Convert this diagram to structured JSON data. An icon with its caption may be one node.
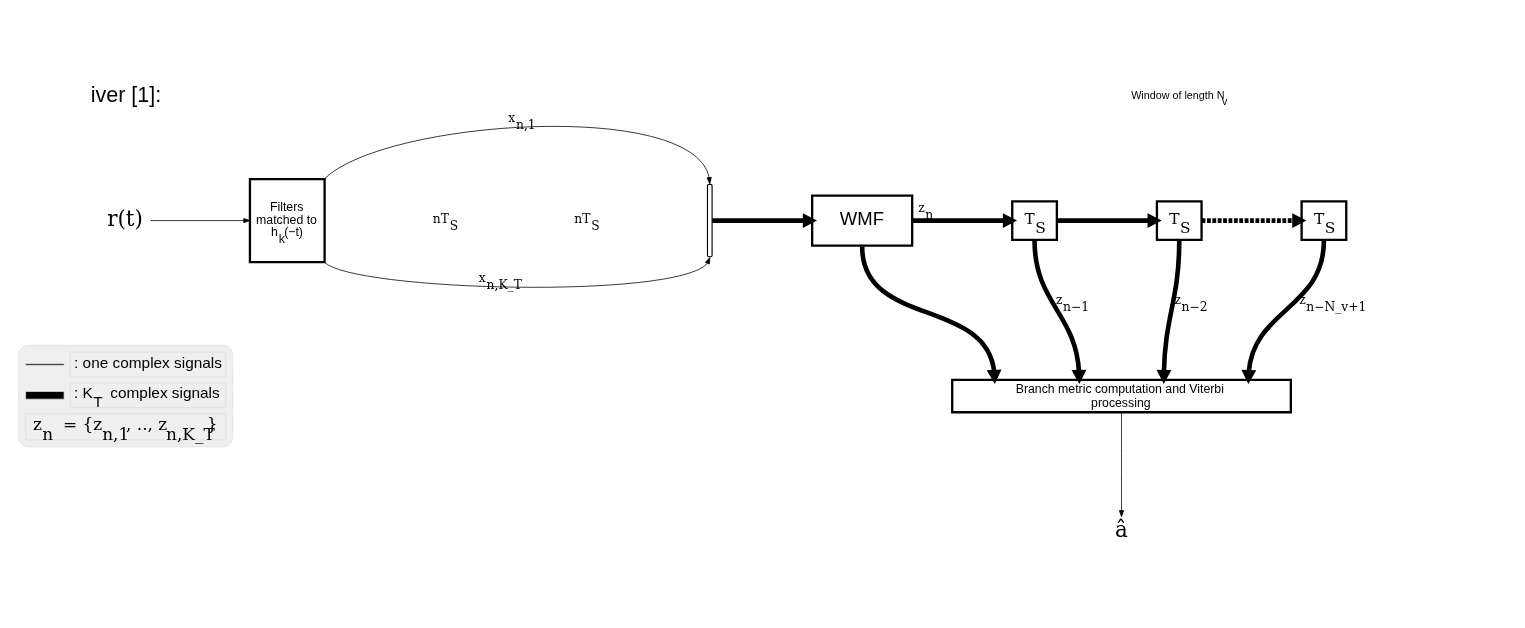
{
  "diagram": {
    "nodes": [
      {
        "text": [
          "r(t)"
        ]
      },
      {
        "text": [
          "Filters matched to h$_{k}$(−t)"
        ]
      },
      {
        "text": [],
        "shape": "bracket"
      },
      {
        "text": [
          "WMF"
        ]
      },
      {
        "text": [
          "T$_{S}$"
        ]
      },
      {
        "text": [
          "T$_{S}$"
        ]
      },
      {
        "text": [
          "T$_{S}$"
        ]
      },
      {
        "text": [
          "Branch metric computation and Viterbi processing"
        ]
      },
      {
        "text": [
          "â"
        ]
      }
    ],
    "edges": [
      {
        "from": 0,
        "to": 1,
        "arrow": "to"
      },
      {
        "from": 1,
        "to": 2,
        "arrow": "to",
        "label": "x$_{n,1}$"
      },
      {
        "from": 1,
        "to": 2,
        "arrow": "to",
        "label": "x$_{n,K_T}$"
      },
      {
        "from": 2,
        "to": 3,
        "arrow": "to"
      },
      {
        "from": 3,
        "to": 4,
        "arrow": "to",
        "label": "z$_{n}$"
      },
      {
        "from": 3,
        "to": 7,
        "arrow": "to"
      },
      {
        "from": 4,
        "to": 5,
        "arrow": "to"
      },
      {
        "from": 4,
        "to": 7,
        "arrow": "to",
        "label": "z$_{n−1}$"
      },
      {
        "from": 5,
        "to": 6,
        "arrow": "to",
        "style": "dashed"
      },
      {
        "from": 5,
        "to": 7,
        "arrow": "to",
        "label": "z$_{n−2}$"
      },
      {
        "from": 6,
        "to": 7,
        "arrow": "to",
        "label": "z$_{n−N_v+1}$"
      },
      {
        "from": 7,
        "to": 8,
        "arrow": "to"
      }
    ],
    "labels": [
      "iver [1]:",
      "nT$_{S}$",
      "nT$_{S}$",
      "Window of length N$_{v}$",
      "z$_{n}$ = {z$_{n,1}$, .., z$_{n,K_T}$}"
    ],
    "legend": [
      {
        "text": ": one complex signals"
      },
      {
        "text": ": K$_{T}$ complex signals"
      }
    ]
  }
}
